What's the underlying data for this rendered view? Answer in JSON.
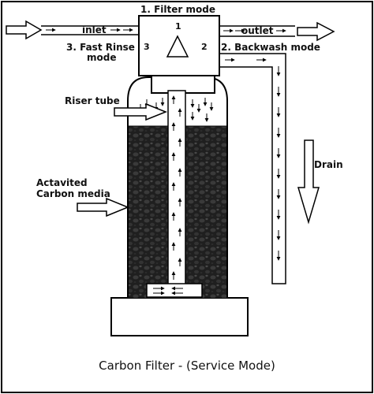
{
  "labels": {
    "mode1": "1. Filter mode",
    "inlet": "inlet",
    "outlet": "outlet",
    "mode3_line1": "3. Fast Rinse",
    "mode3_line2": "mode",
    "mode2": "2. Backwash mode",
    "riser_tube": "Riser tube",
    "drain": "Drain",
    "media_line1": "Actavited",
    "media_line2": "Carbon media",
    "port1": "1",
    "port2": "2",
    "port3": "3"
  },
  "caption": "Carbon Filter - (Service Mode)",
  "colors": {
    "line": "#000000",
    "media": "#1e1e1e",
    "background": "#ffffff"
  }
}
